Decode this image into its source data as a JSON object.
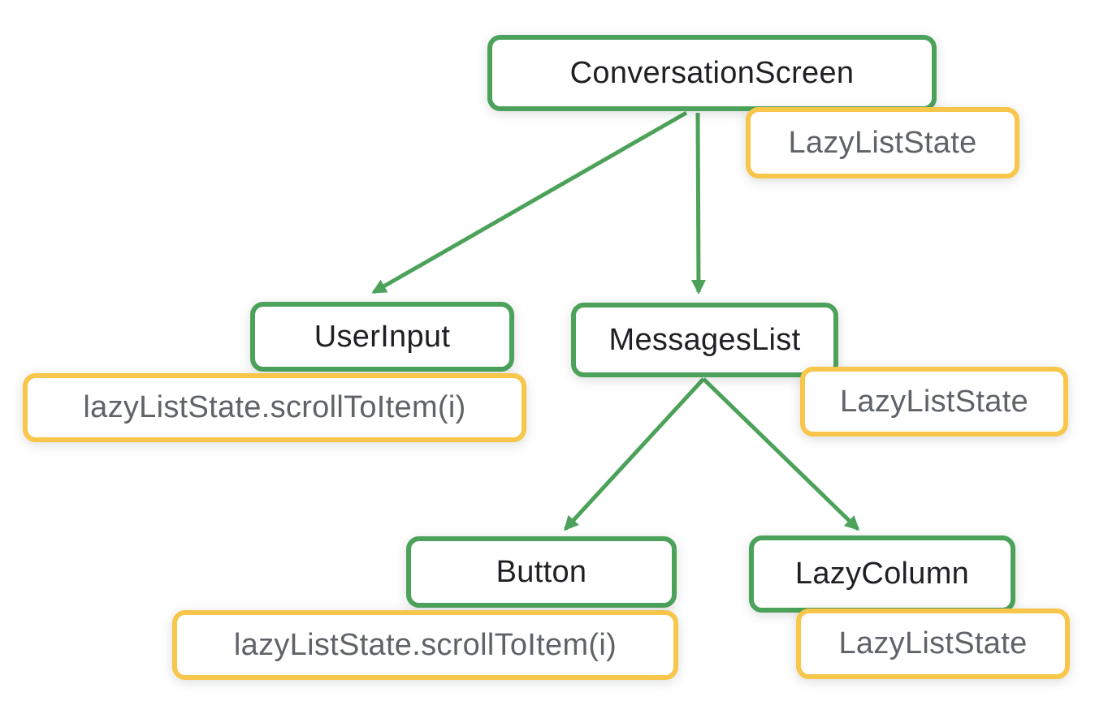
{
  "diagram": {
    "type": "composable-tree",
    "colors": {
      "composable_border_green": "#4CA25A",
      "state_border_yellow": "#F7C64A",
      "composable_text": "#1F2023",
      "state_text": "#5F6368",
      "background": "#FFFFFF"
    },
    "nodes": {
      "conversationScreen": {
        "label": "ConversationScreen"
      },
      "userInput": {
        "label": "UserInput"
      },
      "messagesList": {
        "label": "MessagesList"
      },
      "button": {
        "label": "Button"
      },
      "lazyColumn": {
        "label": "LazyColumn"
      }
    },
    "states": {
      "conversationScreenState": {
        "label": "LazyListState"
      },
      "userInputCall": {
        "label": "lazyListState.scrollToItem(i)"
      },
      "messagesListState": {
        "label": "LazyListState"
      },
      "buttonCall": {
        "label": "lazyListState.scrollToItem(i)"
      },
      "lazyColumnState": {
        "label": "LazyListState"
      }
    },
    "edges": [
      {
        "from": "conversationScreen",
        "to": "userInput"
      },
      {
        "from": "conversationScreen",
        "to": "messagesList"
      },
      {
        "from": "messagesList",
        "to": "button"
      },
      {
        "from": "messagesList",
        "to": "lazyColumn"
      }
    ]
  }
}
